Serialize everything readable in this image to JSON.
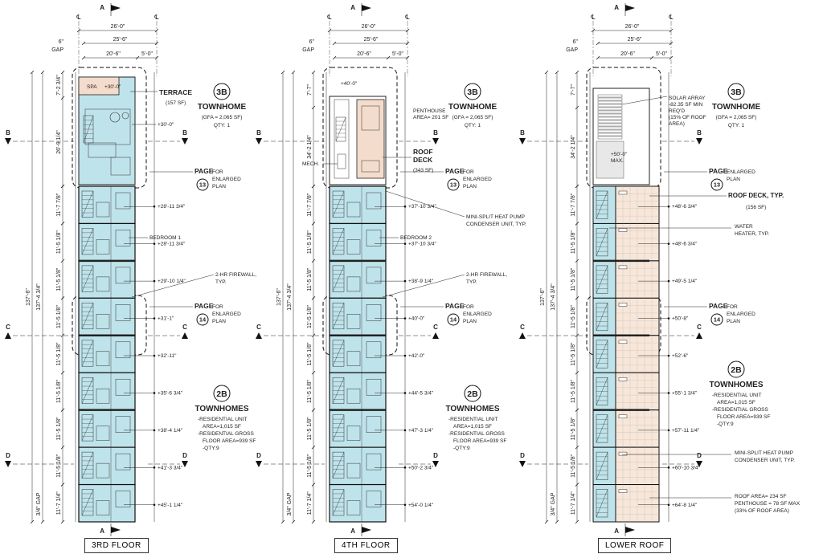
{
  "panels": [
    {
      "sheet_title": "3RD FLOOR",
      "dim_top": {
        "overall": "26'-0\"",
        "inner": "25'-6\"",
        "gap_val": "6\"",
        "gap_word": "GAP",
        "left": "20'-6\"",
        "right": "5'-0\""
      },
      "dim_left": {
        "total": "137'-6\"",
        "inner": "137'-4 3/4\"",
        "top_a": "7'-2 3/4\"",
        "top_b": "26'-9 1/4\"",
        "bottom_gap": "3/4\" GAP",
        "last": "11'-7 1/4\""
      },
      "unit_dims": [
        "11'-7 7/8\"",
        "11'-5 1/8\"",
        "11'-5 1/8\"",
        "11'-5 1/8\"",
        "11'-5 1/8\"",
        "11'-5 1/8\"",
        "11'-5 1/8\"",
        "11'-5 1/8\"",
        "11'-5 1/8\""
      ],
      "top_labels": {
        "spa": "SPA",
        "spa_el": "+30'-0\"",
        "roof_el": "+30'-0\"",
        "area_name": "TERRACE",
        "area_sf": "(157 SF)"
      },
      "elevations": [
        "+28'-11 3/4\"",
        "+28'-11 3/4\"",
        "+29'-10 1/4\"",
        "+31'-1\"",
        "+32'-11\"",
        "+35'-6 3/4\"",
        "+38'-4 1/4\"",
        "+41'-3 3/4\"",
        "+45'-1 1/4\""
      ],
      "notes": {
        "bedroom": "BEDROOM 1",
        "firewall": "2-HR FIREWALL,\nTYP."
      },
      "townhome_3b": {
        "tag": "3B",
        "title": "TOWNHOME",
        "gfa": "(GFA = 2,065 SF)",
        "qty": "QTY: 1"
      },
      "townhomes_2b": {
        "tag": "2B",
        "title": "TOWNHOMES",
        "l1": "-RESIDENTIAL UNIT",
        "l2": "AREA=1,015 SF",
        "l3": "-RESIDENTIAL GROSS",
        "l4": "FLOOR AREA=939 SF",
        "l5": "-QTY:9"
      },
      "page_refs": [
        {
          "word": "PAGE",
          "num": "13",
          "text": "FOR\nENLARGED\nPLAN"
        },
        {
          "word": "PAGE",
          "num": "14",
          "text": "FOR\nENLARGED\nPLAN"
        }
      ]
    },
    {
      "sheet_title": "4TH FLOOR",
      "dim_top": {
        "overall": "26'-0\"",
        "inner": "25'-6\"",
        "gap_val": "6\"",
        "gap_word": "GAP",
        "left": "20'-6\"",
        "right": "5'-0\""
      },
      "dim_left": {
        "total": "137'-6\"",
        "inner": "137'-4 3/4\"",
        "top_a": "7'-7\"",
        "top_b": "34'-2 1/4\"",
        "bottom_gap": "3/4\" GAP",
        "last": "11'-7 1/4\""
      },
      "unit_dims": [
        "11'-7 7/8\"",
        "11'-5 1/8\"",
        "11'-5 1/8\"",
        "11'-5 1/8\"",
        "11'-5 1/8\"",
        "11'-5 1/8\"",
        "11'-5 1/8\"",
        "11'-5 1/8\"",
        "11'-5 1/8\""
      ],
      "top_labels": {
        "top_el": "+40'-0\"",
        "mech": "MECH.",
        "penthouse": "PENTHOUSE\nAREA= 201 SF",
        "deck": "ROOF\nDECK",
        "deck_sf": "(343 SF)"
      },
      "elevations": [
        "+37'-10 3/4\"",
        "+37'-10 3/4\"",
        "+38'-9 1/4\"",
        "+40'-0\"",
        "+42'-0\"",
        "+44'-5 3/4\"",
        "+47'-3 1/4\"",
        "+50'-2 3/4\"",
        "+54'-0 1/4\""
      ],
      "notes": {
        "bedroom": "BEDROOM 2",
        "firewall": "2-HR FIREWALL,\nTYP.",
        "minisplit": "MINI-SPLIT HEAT PUMP\nCONDENSER UNIT, TYP."
      },
      "townhome_3b": {
        "tag": "3B",
        "title": "TOWNHOME",
        "gfa": "(GFA = 2,065 SF)",
        "qty": "QTY: 1"
      },
      "townhomes_2b": {
        "tag": "2B",
        "title": "TOWNHOMES",
        "l1": "-RESIDENTIAL UNIT",
        "l2": "AREA=1,015 SF",
        "l3": "-RESIDENTIAL GROSS",
        "l4": "FLOOR AREA=939 SF",
        "l5": "-QTY:9"
      },
      "page_refs": [
        {
          "word": "PAGE",
          "num": "13",
          "text": "FOR\nENLARGED\nPLAN"
        },
        {
          "word": "PAGE",
          "num": "14",
          "text": "FOR\nENLARGED\nPLAN"
        }
      ]
    },
    {
      "sheet_title": "LOWER ROOF",
      "dim_top": {
        "overall": "26'-0\"",
        "inner": "25'-6\"",
        "gap_val": "6\"",
        "gap_word": "GAP",
        "left": "20'-6\"",
        "right": "5'-0\""
      },
      "dim_left": {
        "total": "137'-6\"",
        "inner": "137'-4 3/4\"",
        "top_a": "7'-7\"",
        "top_b": "34'-2 1/4\"",
        "bottom_gap": "3/4\" GAP",
        "last": "11'-7 1/4\""
      },
      "unit_dims": [
        "11'-7 7/8\"",
        "11'-5 1/8\"",
        "11'-5 1/8\"",
        "11'-5 1/8\"",
        "11'-5 1/8\"",
        "11'-5 1/8\"",
        "11'-5 1/8\"",
        "11'-5 1/8\"",
        "11'-5 1/8\""
      ],
      "top_labels": {
        "solar": "SOLAR ARRAY\n-82.35 SF MIN\nREQ'D\n(15% OF ROOF\nAREA)",
        "solar_el": "+50'-0\"\nMAX."
      },
      "elevations": [
        "+48'-6 3/4\"",
        "+48'-6 3/4\"",
        "+49'-5 1/4\"",
        "+50'-8\"",
        "+52'-6\"",
        "+55'-1 3/4\"",
        "+57'-11 1/4\"",
        "+60'-10 3/4\"",
        "+64'-8 1/4\""
      ],
      "notes": {
        "roofdeck": "ROOF DECK, TYP.",
        "roofdeck_sf": "(156 SF)",
        "water": "WATER\nHEATER, TYP.",
        "minisplit": "MINI-SPLIT HEAT PUMP\nCONDENSER UNIT, TYP.",
        "roofarea": "ROOF AREA= 234 SF\nPENTHOUSE = 78 SF MAX\n(33% OF ROOF AREA)"
      },
      "townhome_3b": {
        "tag": "3B",
        "title": "TOWNHOME",
        "gfa": "(GFA = 2,065 SF)",
        "qty": "QTY: 1"
      },
      "townhomes_2b": {
        "tag": "2B",
        "title": "TOWNHOMES",
        "l1": "-RESIDENTIAL UNIT",
        "l2": "AREA=1,015 SF",
        "l3": "-RESIDENTIAL GROSS",
        "l4": "FLOOR AREA=939 SF",
        "l5": "-QTY:9"
      },
      "page_refs": [
        {
          "word": "PAGE",
          "num": "13",
          "text": "ENLARGED\nPLAN"
        },
        {
          "word": "PAGE",
          "num": "14",
          "text": "FOR\nENLARGED\nPLAN"
        }
      ]
    }
  ],
  "section_markers": {
    "a": "A",
    "b": "B",
    "c": "C",
    "d": "D",
    "cl": "℄"
  },
  "colors": {
    "unit_fill": "#bfe3ea",
    "deck_fill": "#f3dccb",
    "line": "#222222",
    "grid_fill": "#f6e7da"
  }
}
